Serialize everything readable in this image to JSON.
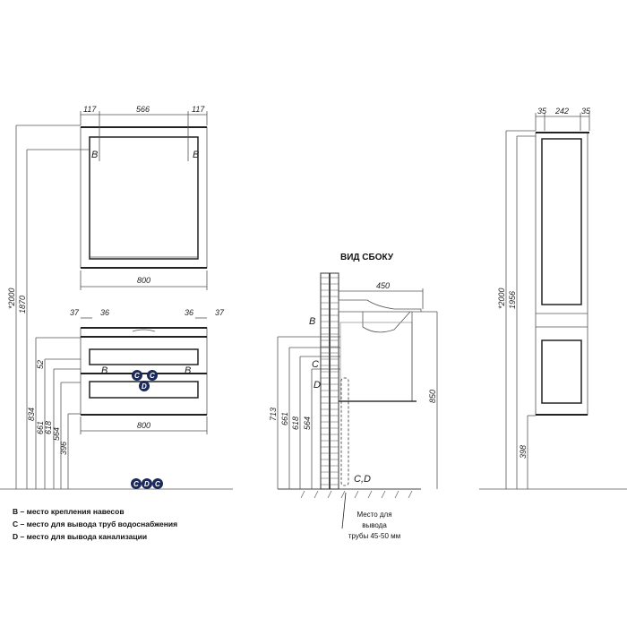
{
  "front_view": {
    "mirror": {
      "top_dims": [
        "117",
        "566",
        "117"
      ],
      "width": "800",
      "mount_label": "B"
    },
    "cabinet": {
      "top_dims_left": [
        "37",
        "36"
      ],
      "top_dims_right": [
        "36",
        "37"
      ],
      "width": "800",
      "mount_label": "B",
      "pipe_labels": [
        "C",
        "D",
        "C"
      ]
    },
    "heights": [
      "*2000",
      "1870",
      "834",
      "52",
      "661",
      "618",
      "564",
      "396"
    ],
    "floor_markers": [
      "C",
      "D",
      "C"
    ]
  },
  "side_view": {
    "title": "ВИД СБОКУ",
    "depth": "450",
    "height": "850",
    "labels": [
      "B",
      "C",
      "D",
      "C,D"
    ],
    "heights": [
      "713",
      "661",
      "618",
      "564"
    ],
    "note_lines": [
      "Место для",
      "вывода",
      "трубы 45-50 мм"
    ]
  },
  "column_view": {
    "top_dims": [
      "35",
      "242",
      "35"
    ],
    "heights": [
      "*2000",
      "1956",
      "398"
    ]
  },
  "legend": [
    "B – место крепления навесов",
    "C – место для вывода труб водоснабжения",
    "D – место для вывода канализации"
  ]
}
